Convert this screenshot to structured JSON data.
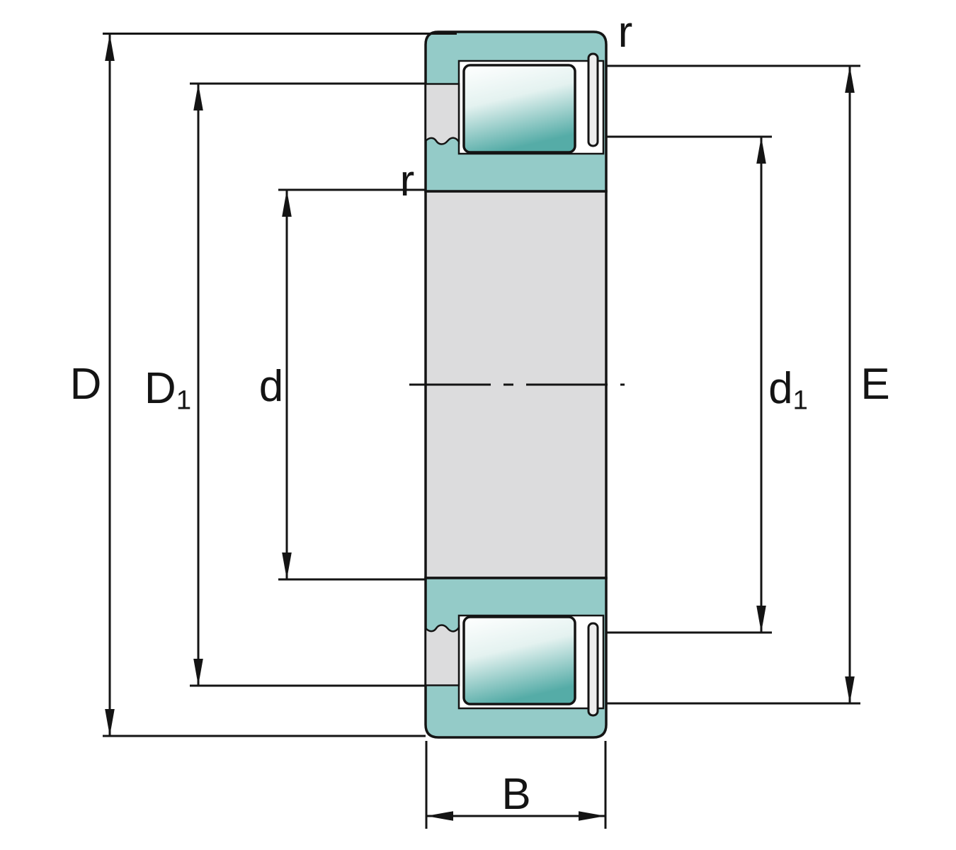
{
  "diagram": {
    "title": "cylindrical-roller-bearing-cross-section",
    "colors": {
      "ring_teal": "#94cbc8",
      "roller_teal_dark": "#55aca7",
      "roller_highlight": "#ffffff",
      "bore_gray": "#dcdcdd",
      "pin_gray": "#ededed",
      "line": "#141414",
      "background": "#ffffff"
    },
    "labels": {
      "outer_diameter": {
        "text": "D",
        "sub": ""
      },
      "outer_shoulder_diameter": {
        "text": "D",
        "sub": "1"
      },
      "bore_diameter": {
        "text": "d",
        "sub": ""
      },
      "inner_shoulder_diameter": {
        "text": "d",
        "sub": "1"
      },
      "raceway_diameter": {
        "text": "E",
        "sub": ""
      },
      "width": {
        "text": "B",
        "sub": ""
      },
      "fillet_radius_top": {
        "text": "r",
        "sub": ""
      },
      "fillet_radius_left": {
        "text": "r",
        "sub": ""
      }
    }
  }
}
